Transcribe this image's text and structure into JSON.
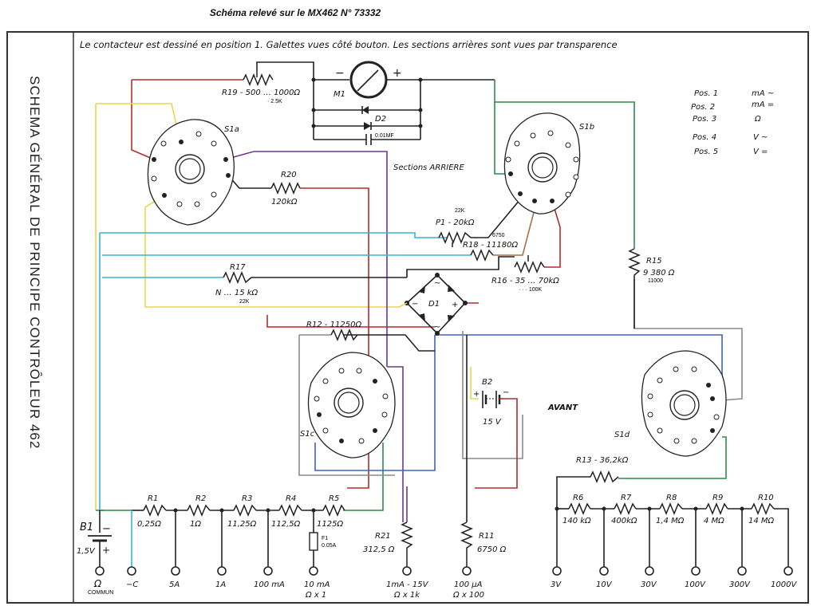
{
  "title": "Schéma relevé sur le MX462 N° 73332",
  "vertical_title": "SCHEMA GÉNÉRAL DE PRINCIPE CONTRÔLEUR 462",
  "note": "Le contacteur est dessiné en position 1. Galettes vues côté bouton. Les sections arrières sont vues par transparence",
  "positions": [
    {
      "pos": "Pos. 1",
      "mode": "mA ~"
    },
    {
      "pos": "Pos. 2",
      "mode": "mA ="
    },
    {
      "pos": "Pos. 3",
      "mode": "Ω"
    },
    {
      "pos": "Pos. 4",
      "mode": "V ~"
    },
    {
      "pos": "Pos. 5",
      "mode": "V ="
    }
  ],
  "section_labels": {
    "rear": "Sections ARRIERE",
    "front": "AVANT"
  },
  "switches": {
    "s1a": "S1a",
    "s1b": "S1b",
    "s1c": "S1c",
    "s1d": "S1d"
  },
  "meter": {
    "label": "M1",
    "minus": "−",
    "plus": "+"
  },
  "diode_d2": {
    "label": "D2",
    "cap": "0.01MF"
  },
  "bridge_d1": {
    "label": "D1",
    "minus": "−",
    "plus": "+",
    "ac": "~"
  },
  "components": {
    "r19": {
      "name": "R19 - 500 … 1000Ω",
      "alt": "· 2.5K"
    },
    "r20": {
      "name": "R20",
      "value": "120kΩ"
    },
    "p1": {
      "name": "P1 - 20kΩ",
      "alt": "22K"
    },
    "r18": {
      "name": "R18 - 11180Ω",
      "alt": "6750"
    },
    "r16": {
      "name": "R16 - 35 … 70kΩ",
      "alt": "· · · 100K"
    },
    "r17": {
      "name": "R17",
      "value": "N … 15 kΩ",
      "alt": "22K"
    },
    "r15": {
      "name": "R15",
      "value": "9 380 Ω",
      "alt": "11000"
    },
    "r12": {
      "name": "R12 - 11250Ω"
    },
    "r13": {
      "name": "R13 - 36,2kΩ"
    },
    "b2": {
      "name": "B2",
      "value": "15 V",
      "plus": "+",
      "minus": "−"
    },
    "b1": {
      "name": "B1",
      "value": "1,5V",
      "plus": "+",
      "minus": "−"
    },
    "f1": {
      "name": "F1",
      "value": "0.05A"
    },
    "r21": {
      "name": "R21",
      "value": "312,5 Ω"
    },
    "r11": {
      "name": "R11",
      "value": "6750 Ω"
    }
  },
  "shunt_chain": [
    {
      "name": "R1",
      "value": "0,25Ω"
    },
    {
      "name": "R2",
      "value": "1Ω"
    },
    {
      "name": "R3",
      "value": "11,25Ω"
    },
    {
      "name": "R4",
      "value": "112,5Ω"
    },
    {
      "name": "R5",
      "value": "1125Ω"
    }
  ],
  "voltage_chain": [
    {
      "name": "R6",
      "value": "140 kΩ"
    },
    {
      "name": "R7",
      "value": "400kΩ"
    },
    {
      "name": "R8",
      "value": "1,4 MΩ"
    },
    {
      "name": "R9",
      "value": "4 MΩ"
    },
    {
      "name": "R10",
      "value": "14 MΩ"
    }
  ],
  "terminals": {
    "common": {
      "label": "Ω",
      "sub": "COMMUN"
    },
    "minus_c": {
      "label": "−C"
    },
    "a5": {
      "label": "5A"
    },
    "a1": {
      "label": "1A"
    },
    "ma100": {
      "label": "100 mA"
    },
    "ma10": {
      "label": "10 mA",
      "sub": "Ω x 1"
    },
    "ma1": {
      "label": "1mA - 15V",
      "sub": "Ω x 1k"
    },
    "ua100": {
      "label": "100 µA",
      "sub": "Ω x 100"
    },
    "v3": {
      "label": "3V"
    },
    "v10": {
      "label": "10V"
    },
    "v30": {
      "label": "30V"
    },
    "v100": {
      "label": "100V"
    },
    "v300": {
      "label": "300V"
    },
    "v1000": {
      "label": "1000V"
    }
  }
}
